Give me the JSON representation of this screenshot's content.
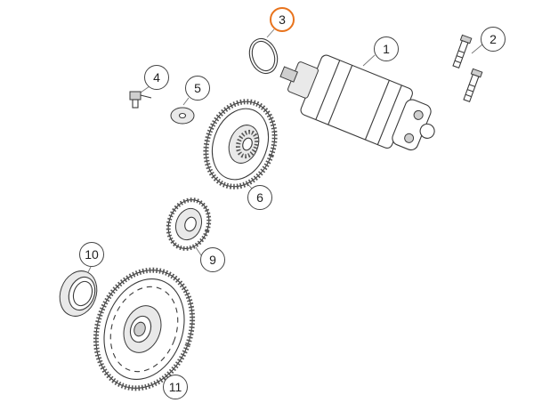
{
  "diagram": {
    "callouts": [
      {
        "id": "1",
        "label": "1",
        "highlight": false
      },
      {
        "id": "2",
        "label": "2",
        "highlight": false
      },
      {
        "id": "3",
        "label": "3",
        "highlight": true
      },
      {
        "id": "4",
        "label": "4",
        "highlight": false
      },
      {
        "id": "5",
        "label": "5",
        "highlight": false
      },
      {
        "id": "6",
        "label": "6",
        "highlight": false
      },
      {
        "id": "9",
        "label": "9",
        "highlight": false
      },
      {
        "id": "10",
        "label": "10",
        "highlight": false
      },
      {
        "id": "11",
        "label": "11",
        "highlight": false
      }
    ],
    "colors": {
      "line": "#3a3a3a",
      "highlight": "#e8731c",
      "background": "#ffffff"
    }
  }
}
